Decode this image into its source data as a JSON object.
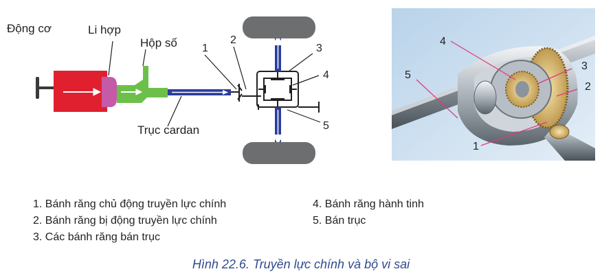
{
  "schematic": {
    "labels": {
      "engine": "Động cơ",
      "clutch": "Li hợp",
      "gearbox": "Hộp số",
      "cardan": "Trục cardan"
    },
    "numbers": [
      "1",
      "2",
      "3",
      "4",
      "5"
    ]
  },
  "photo": {
    "numbers": [
      "1",
      "2",
      "3",
      "4",
      "5"
    ]
  },
  "legend": {
    "left": [
      "1. Bánh răng chủ động truyền lực chính",
      "2. Bánh răng bị động truyền lực chính",
      "3. Các bánh răng bán trục"
    ],
    "right": [
      "4. Bánh răng hành tinh",
      "5. Bán trục"
    ]
  },
  "caption": {
    "figure": "Hình 22.6.",
    "title": "Truyền lực chính và bộ vi sai"
  },
  "colors": {
    "engine": "#e0202e",
    "clutch": "#c45aa8",
    "gearbox": "#6cc04a",
    "shaft": "#2b3d9c",
    "wheel": "#6d6e70",
    "caption": "#2f4a8c"
  }
}
